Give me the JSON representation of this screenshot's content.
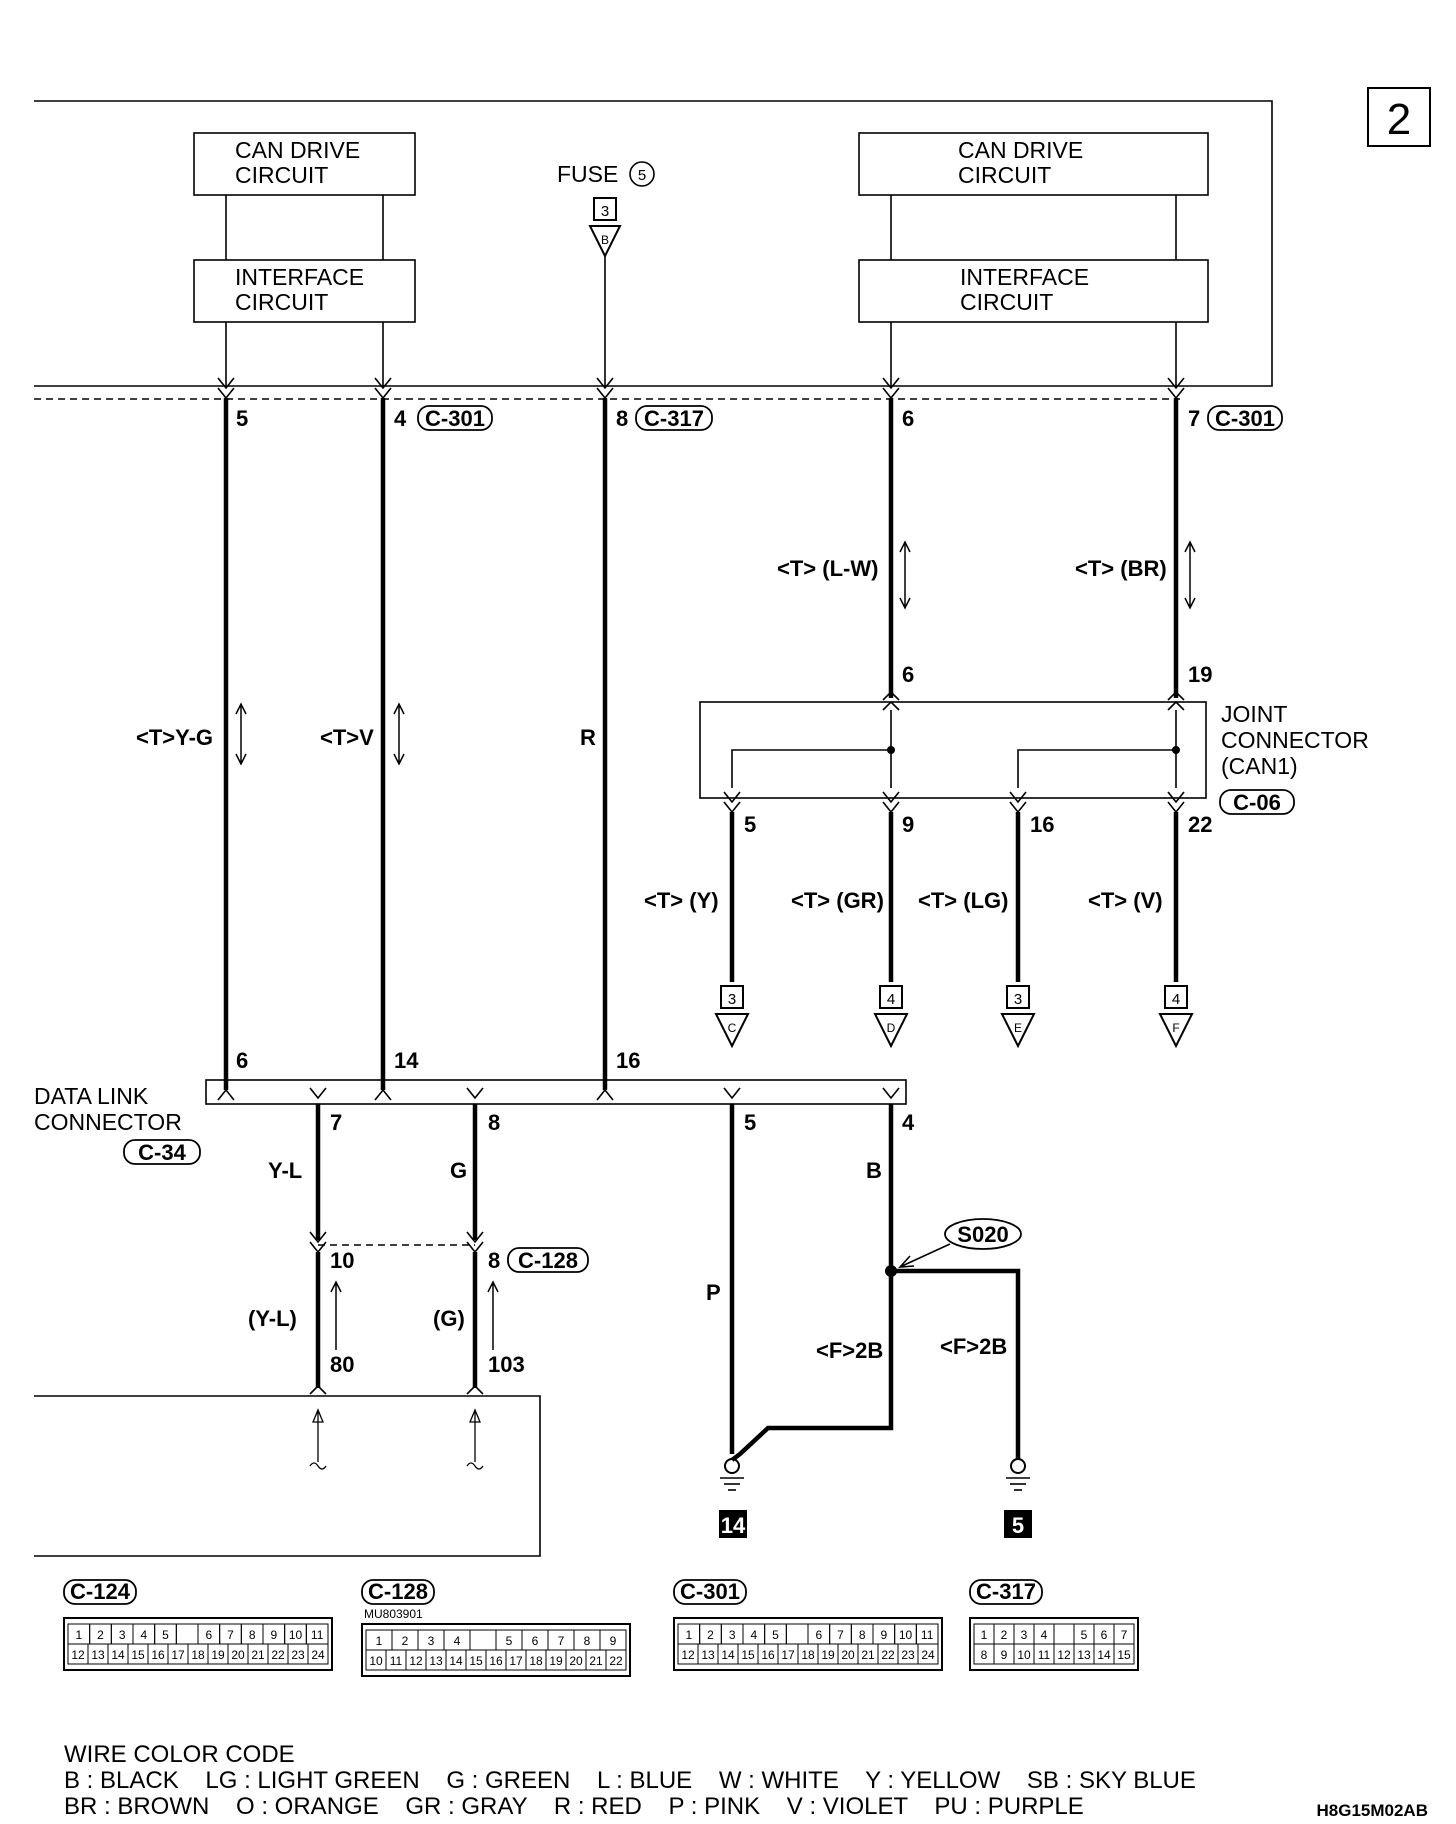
{
  "page_number": "2",
  "ecu_blocks": {
    "can_drive_circuit": "CAN DRIVE CIRCUIT",
    "interface_circuit": "INTERFACE CIRCUIT"
  },
  "fuse": {
    "label": "FUSE",
    "number": "5",
    "ref_box": "3",
    "ref_letter": "B"
  },
  "top_pins": [
    {
      "pin": "5",
      "connector": ""
    },
    {
      "pin": "4",
      "connector": "C-301"
    },
    {
      "pin": "8",
      "connector": "C-317"
    },
    {
      "pin": "6",
      "connector": ""
    },
    {
      "pin": "7",
      "connector": "C-301"
    }
  ],
  "wire_labels": {
    "y_g": "<T>Y-G",
    "v": "<T>V",
    "r": "R",
    "l_w": "<T> (L-W)",
    "br": "<T> (BR)",
    "y": "<T> (Y)",
    "gr": "<T> (GR)",
    "lg": "<T> (LG)",
    "v2": "<T> (V)",
    "y_l": "Y-L",
    "g": "G",
    "y_l_p": "(Y-L)",
    "g_p": "(G)",
    "p": "P",
    "b": "B",
    "f2b_a": "<F>2B",
    "f2b_b": "<F>2B"
  },
  "joint_connector": {
    "line1": "JOINT",
    "line2": "CONNECTOR",
    "line3": "(CAN1)",
    "id": "C-06",
    "pins_in": [
      "6",
      "19"
    ],
    "pins_out": [
      "5",
      "9",
      "16",
      "22"
    ]
  },
  "off_page_refs": [
    {
      "box": "3",
      "letter": "C"
    },
    {
      "box": "4",
      "letter": "D"
    },
    {
      "box": "3",
      "letter": "E"
    },
    {
      "box": "4",
      "letter": "F"
    }
  ],
  "data_link_connector": {
    "line1": "DATA LINK",
    "line2": "CONNECTOR",
    "id": "C-34",
    "pins_top": [
      "6",
      "14",
      "16"
    ],
    "pins_bottom": [
      "7",
      "8",
      "5",
      "4"
    ]
  },
  "c128_junction": {
    "pin_left": "10",
    "pin_right": "8",
    "id": "C-128",
    "pin_80": "80",
    "pin_103": "103"
  },
  "splice": "S020",
  "grounds": [
    "14",
    "5"
  ],
  "connector_views": [
    {
      "id": "C-124",
      "row1": [
        "1",
        "2",
        "3",
        "4",
        "5",
        "",
        "6",
        "7",
        "8",
        "9",
        "10",
        "11"
      ],
      "row2": [
        "12",
        "13",
        "14",
        "15",
        "16",
        "17",
        "18",
        "19",
        "20",
        "21",
        "22",
        "23",
        "24"
      ]
    },
    {
      "id": "C-128",
      "part": "MU803901",
      "row1": [
        "1",
        "2",
        "3",
        "4",
        "",
        "5",
        "6",
        "7",
        "8",
        "9"
      ],
      "row2": [
        "10",
        "11",
        "12",
        "13",
        "14",
        "15",
        "16",
        "17",
        "18",
        "19",
        "20",
        "21",
        "22"
      ]
    },
    {
      "id": "C-301",
      "row1": [
        "1",
        "2",
        "3",
        "4",
        "5",
        "",
        "6",
        "7",
        "8",
        "9",
        "10",
        "11"
      ],
      "row2": [
        "12",
        "13",
        "14",
        "15",
        "16",
        "17",
        "18",
        "19",
        "20",
        "21",
        "22",
        "23",
        "24"
      ]
    },
    {
      "id": "C-317",
      "row1": [
        "1",
        "2",
        "3",
        "4",
        "",
        "5",
        "6",
        "7"
      ],
      "row2": [
        "8",
        "9",
        "10",
        "11",
        "12",
        "13",
        "14",
        "15"
      ]
    }
  ],
  "color_code": {
    "title": "WIRE COLOR CODE",
    "line1": "B : BLACK    LG : LIGHT GREEN    G : GREEN    L : BLUE    W : WHITE    Y : YELLOW    SB : SKY BLUE",
    "line2": "BR : BROWN    O : ORANGE    GR : GRAY    R : RED    P : PINK    V : VIOLET    PU : PURPLE"
  },
  "figure_code": "H8G15M02AB"
}
